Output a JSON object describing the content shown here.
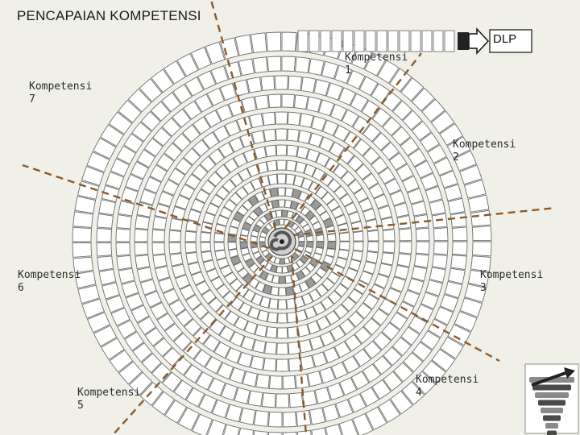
{
  "title": "PENCAPAIAN KOMPETENSI",
  "dlp_label": "DLP",
  "competencies": [
    {
      "id": 1,
      "label": "Kompetensi\n1"
    },
    {
      "id": 2,
      "label": "Kompetensi\n2"
    },
    {
      "id": 3,
      "label": "Kompetensi\n3"
    },
    {
      "id": 4,
      "label": "Kompetensi\n4"
    },
    {
      "id": 5,
      "label": "Kompetensi\n5"
    },
    {
      "id": 6,
      "label": "Kompetensi\n6"
    },
    {
      "id": 7,
      "label": "Kompetensi\n7"
    }
  ],
  "colors": {
    "background": "#f0f0e9",
    "tile_fill": "#ffffff",
    "tile_stroke": "#6e6e6e",
    "divider": "#8b5a2b",
    "center_dark": "#555555"
  },
  "icons": [
    "spiral-staircase-icon",
    "upward-spiral-icon"
  ]
}
